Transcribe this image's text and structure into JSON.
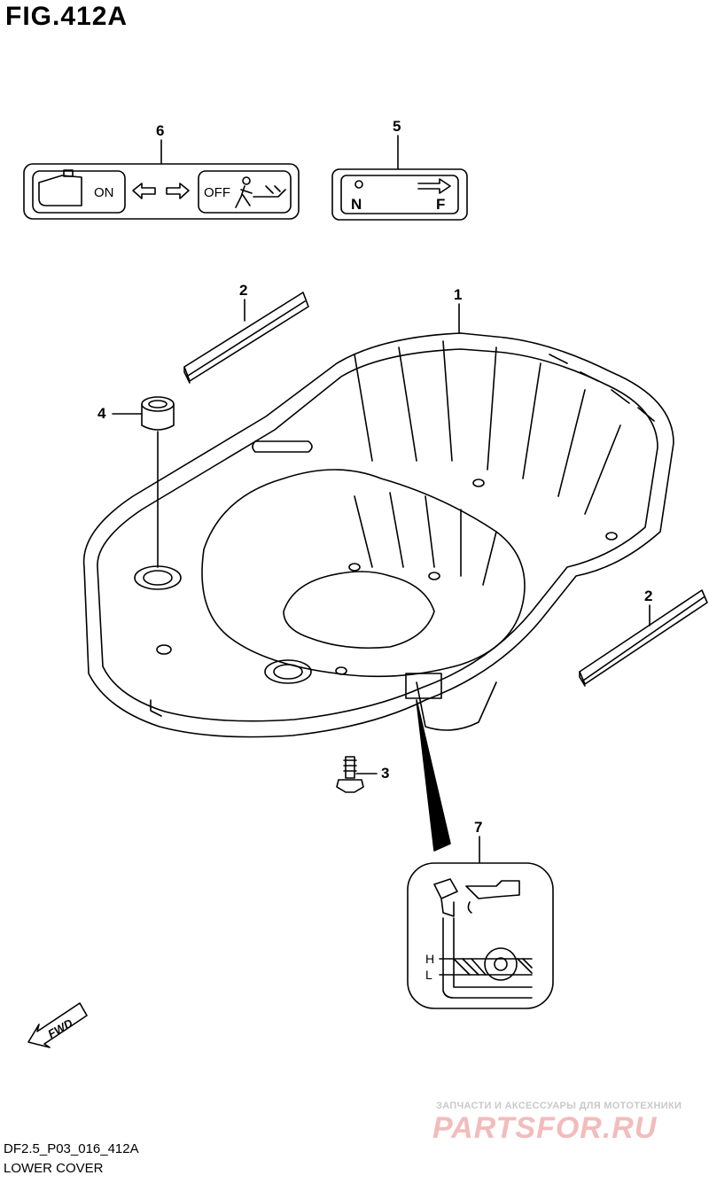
{
  "figure": {
    "title": "FIG.412A",
    "code": "DF2.5_P03_016_412A",
    "name": "LOWER COVER"
  },
  "callouts": [
    {
      "id": "1",
      "label": "1"
    },
    {
      "id": "2a",
      "label": "2"
    },
    {
      "id": "2b",
      "label": "2"
    },
    {
      "id": "3",
      "label": "3"
    },
    {
      "id": "4",
      "label": "4"
    },
    {
      "id": "5",
      "label": "5"
    },
    {
      "id": "6",
      "label": "6"
    },
    {
      "id": "7",
      "label": "7"
    }
  ],
  "decal6": {
    "on": "ON",
    "off": "OFF"
  },
  "decal5": {
    "n": "N",
    "f": "F"
  },
  "decal7": {
    "h": "H",
    "l": "L"
  },
  "fwd_label": "FWD",
  "watermark": {
    "tagline": "ЗАПЧАСТИ И АКСЕССУАРЫ ДЛЯ МОТОТЕХНИКИ",
    "logo": "PARTSFOR.RU"
  }
}
